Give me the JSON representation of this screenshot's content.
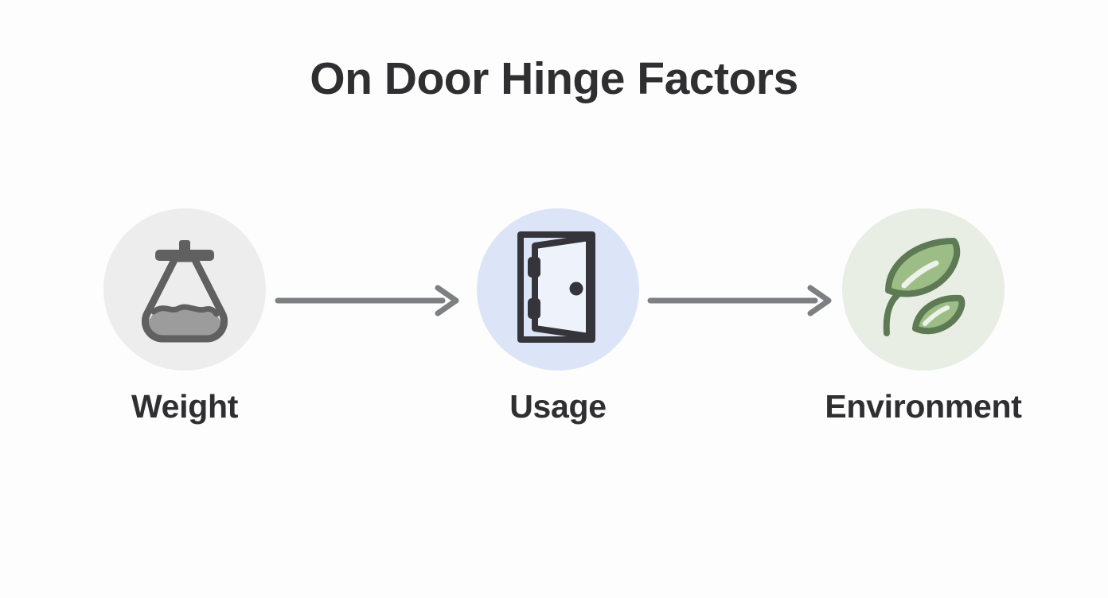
{
  "page": {
    "title": "On Door Hinge Factors",
    "background_color": "#fdfdfd",
    "text_color": "#2f2f31"
  },
  "flow": {
    "type": "horizontal-process-flow",
    "steps": [
      {
        "label": "Weight",
        "icon": "weight-flask-icon",
        "circle_color": "#ededed",
        "icon_color": "#606060",
        "icon_fill": "#9c9c9c"
      },
      {
        "label": "Usage",
        "icon": "open-door-icon",
        "circle_color": "#dce5f8",
        "icon_color": "#35343a",
        "icon_fill": "#eef2fb"
      },
      {
        "label": "Environment",
        "icon": "two-leaves-icon",
        "circle_color": "#e8eee4",
        "icon_color": "#5d7a55",
        "icon_fill": "#9dbd86"
      }
    ],
    "connectors": [
      {
        "from": "Weight",
        "to": "Usage",
        "icon": "arrow-right-icon",
        "color": "#7d7f82"
      },
      {
        "from": "Usage",
        "to": "Environment",
        "icon": "arrow-right-icon",
        "color": "#7d7f82"
      }
    ]
  }
}
